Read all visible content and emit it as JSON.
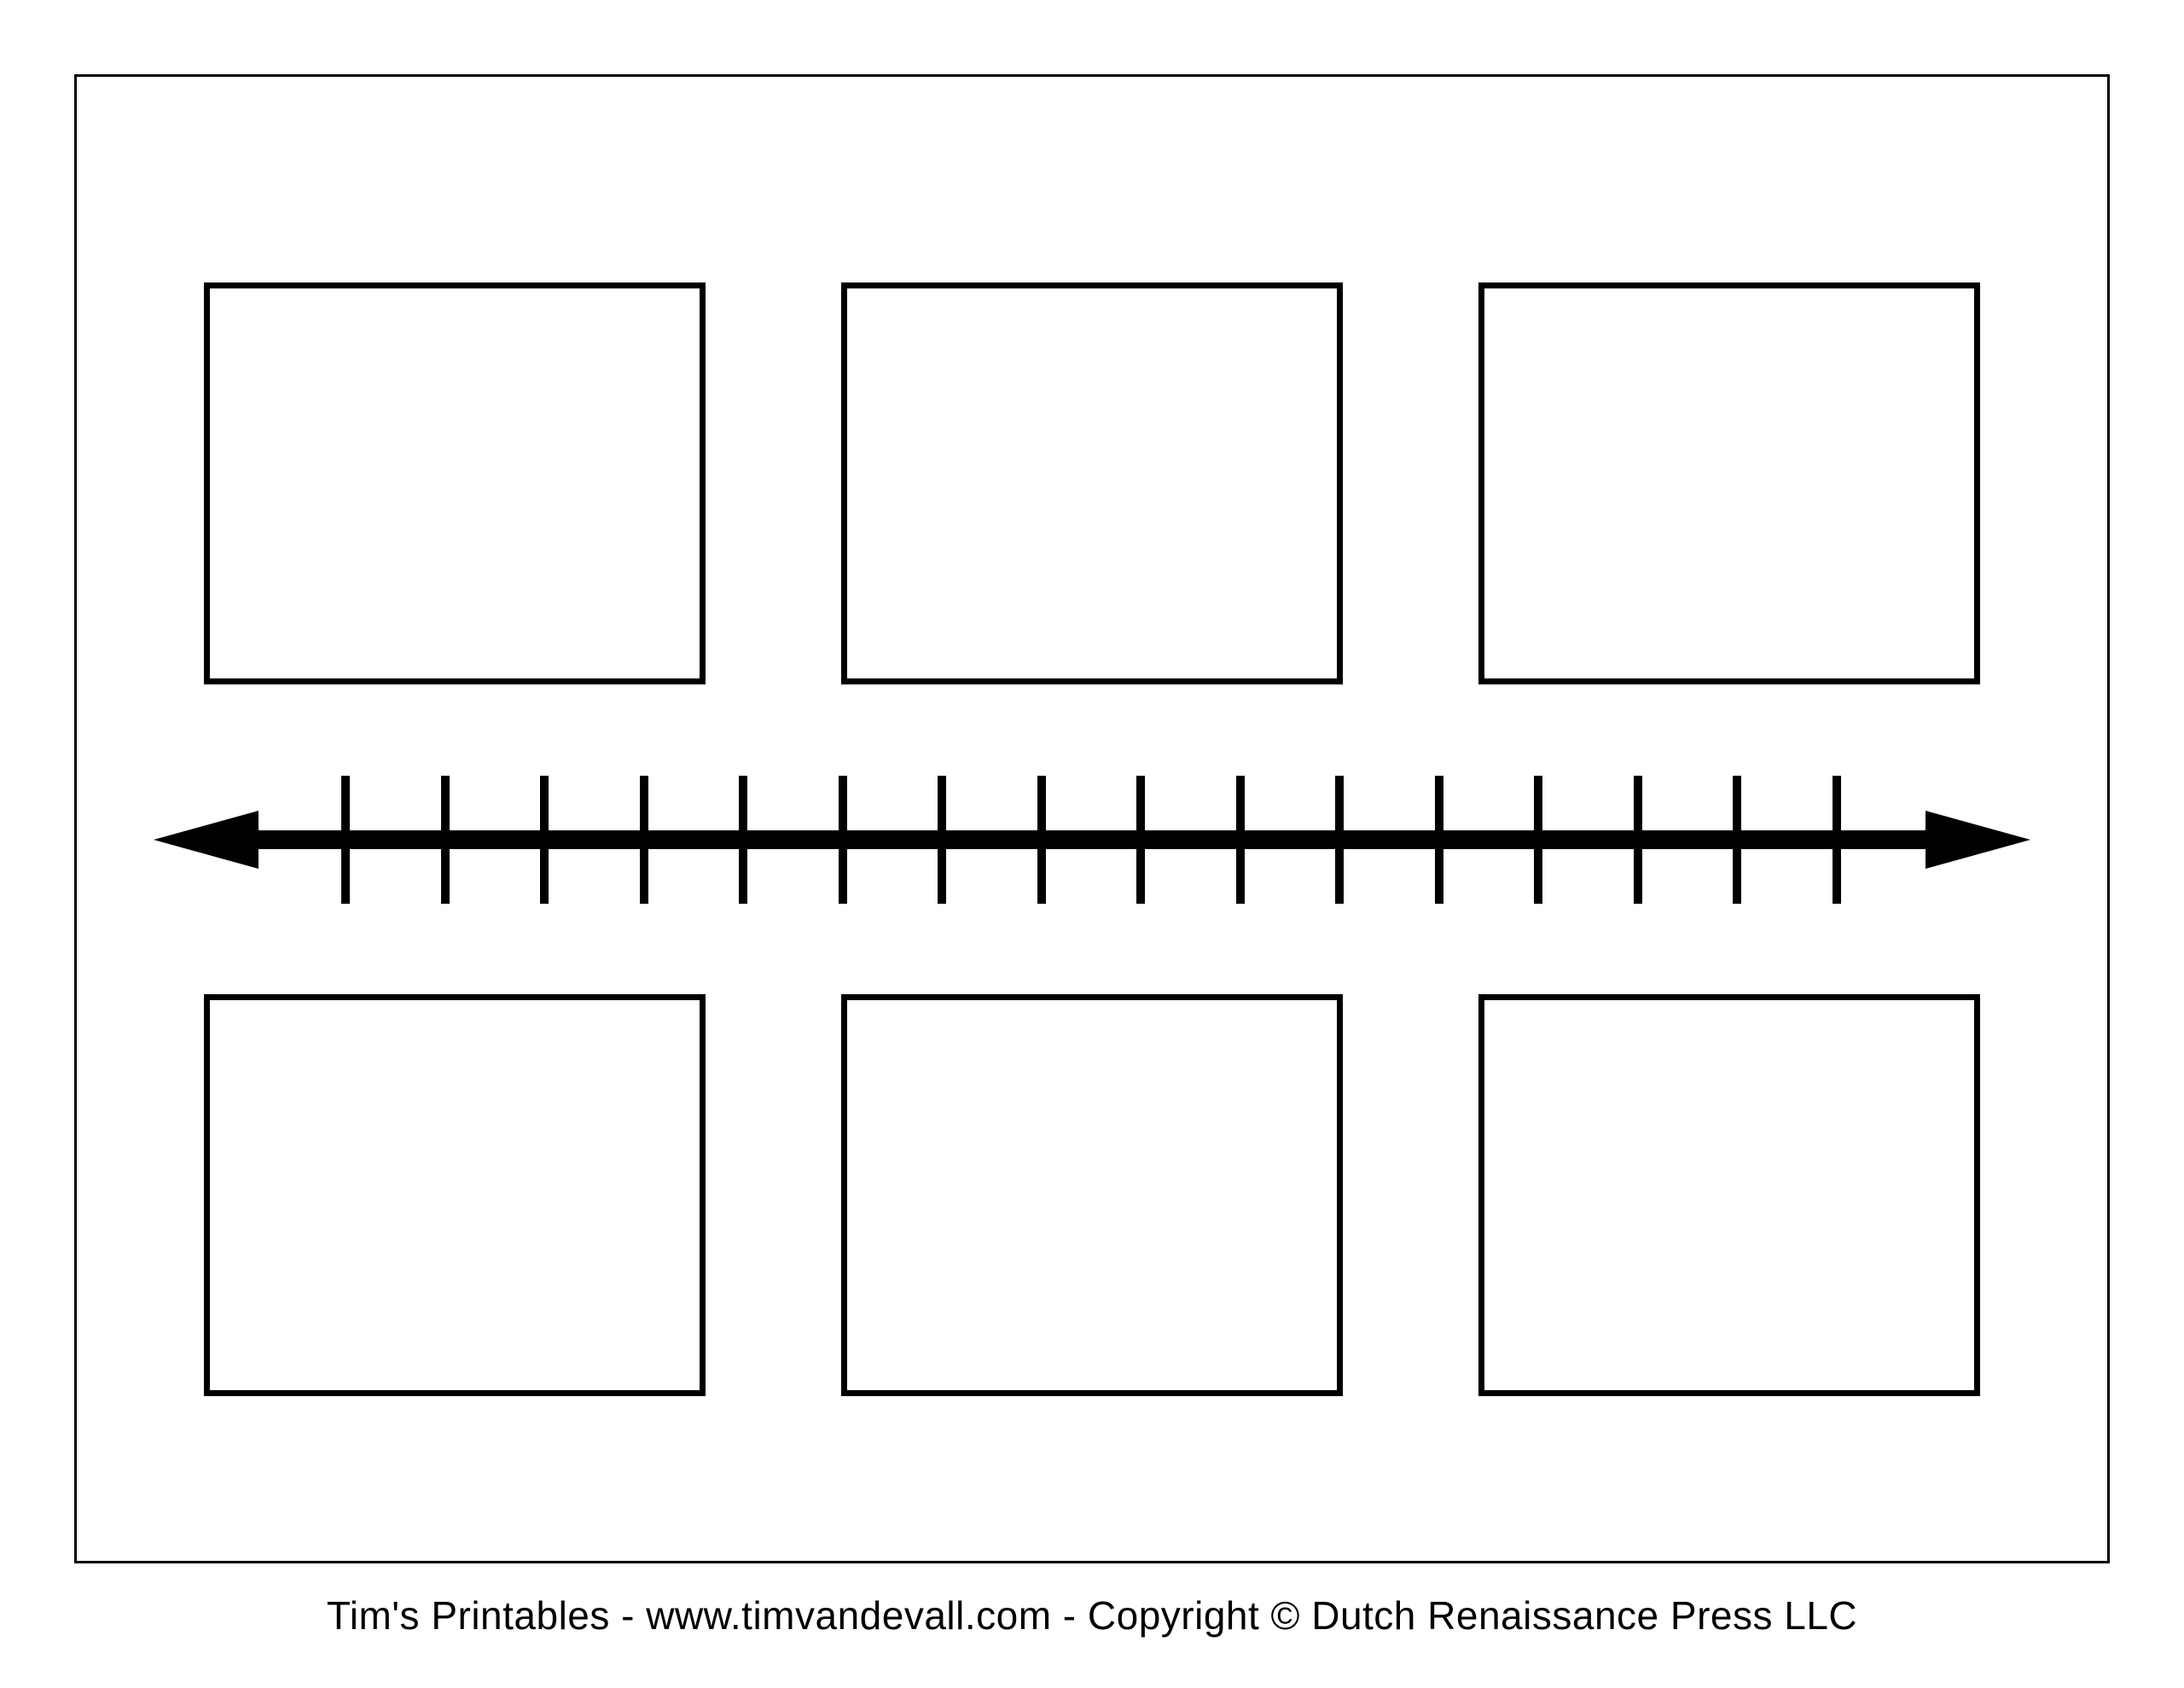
{
  "page": {
    "background_color": "#ffffff",
    "ink_color": "#000000",
    "kind": "blank timeline template printable"
  },
  "template": {
    "event_boxes": {
      "count": 6,
      "rows": 2,
      "columns": 3,
      "fill": "#ffffff",
      "border_color": "#000000"
    },
    "timeline": {
      "tick_count": 16,
      "orientation": "horizontal",
      "arrowheads": "double",
      "color": "#000000"
    }
  },
  "footer": {
    "credit_line": "Tim's Printables - www.timvandevall.com  - Copyright © Dutch Renaissance Press LLC"
  }
}
